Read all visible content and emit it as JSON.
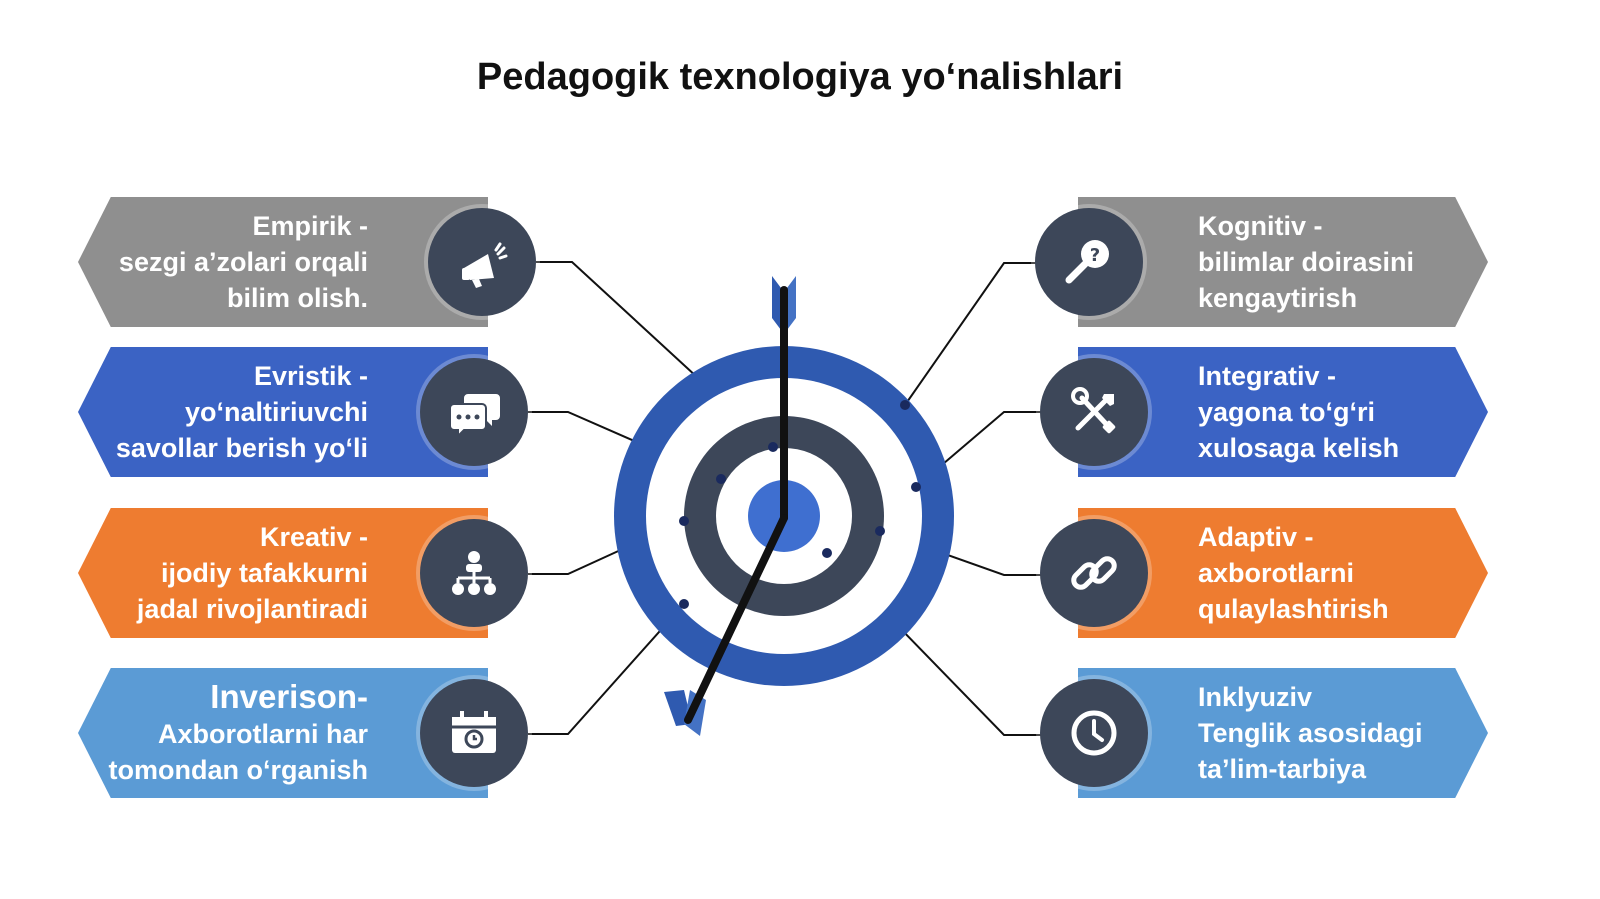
{
  "title": "Pedagogik texnologiya yo‘nalishlari",
  "colors": {
    "gray": "#8f8f8f",
    "blue_dark": "#3b63c4",
    "orange": "#ee7c30",
    "blue_light": "#5b9bd5",
    "icon_circle": "#3d4759",
    "target_blue": "#2f5ab0",
    "target_gray": "#3d4759"
  },
  "left_items": [
    {
      "icon": "megaphone-icon",
      "color": "gray",
      "lines": [
        "Empirik -",
        "sezgi a’zolari orqali",
        "bilim olish."
      ]
    },
    {
      "icon": "chat-bubbles-icon",
      "color": "blue_dark",
      "lines": [
        "Evristik -",
        "yo‘naltiriuvchi",
        "savollar berish yo‘li"
      ]
    },
    {
      "icon": "hierarchy-icon",
      "color": "orange",
      "lines": [
        "Kreativ -",
        "ijodiy tafakkurni",
        "jadal rivojlantiradi"
      ]
    },
    {
      "icon": "calendar-clock-icon",
      "color": "blue_light",
      "lines": [
        "Inverison-",
        "Axborotlarni har",
        "tomondan o‘rganish"
      ]
    }
  ],
  "right_items": [
    {
      "icon": "search-question-icon",
      "color": "gray",
      "lines": [
        "Kognitiv -",
        "bilimlar doirasini",
        "kengaytirish"
      ]
    },
    {
      "icon": "tools-icon",
      "color": "blue_dark",
      "lines": [
        "Integrativ -",
        "yagona to‘g‘ri",
        "xulosaga kelish"
      ]
    },
    {
      "icon": "link-icon",
      "color": "orange",
      "lines": [
        "Adaptiv -",
        "axborotlarni",
        "qulaylashtirish"
      ]
    },
    {
      "icon": "clock-icon",
      "color": "blue_light",
      "lines": [
        "Inklyuziv",
        "Tenglik asosidagi",
        "ta’lim-tarbiya"
      ]
    }
  ]
}
